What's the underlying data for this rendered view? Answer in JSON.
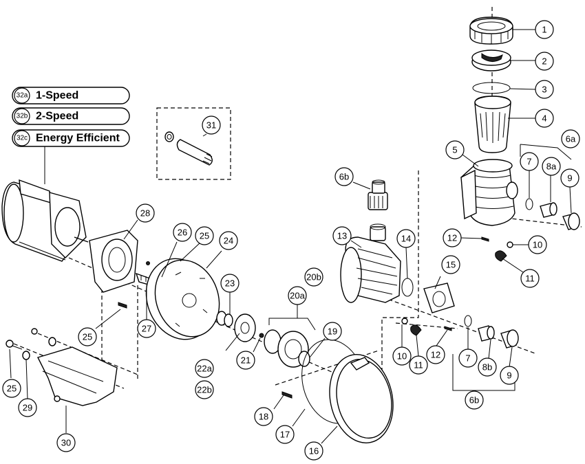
{
  "legend": [
    {
      "code": "32a",
      "label": "1-Speed"
    },
    {
      "code": "32b",
      "label": "2-Speed"
    },
    {
      "code": "32c",
      "label": "Energy Efficient"
    }
  ],
  "callouts": {
    "c1": "1",
    "c2": "2",
    "c3": "3",
    "c4": "4",
    "c5": "5",
    "c6a": "6a",
    "c7a": "7",
    "c8a": "8a",
    "c9a": "9",
    "c6b_top": "6b",
    "c12a": "12",
    "c10a": "10",
    "c11a": "11",
    "c13": "13",
    "c14": "14",
    "c15": "15",
    "c10b": "10",
    "c11b": "11",
    "c12b": "12",
    "c7b": "7",
    "c8b": "8b",
    "c9b": "9",
    "c6b_bot": "6b",
    "c20b": "20b",
    "c20a": "20a",
    "c19": "19",
    "c23": "23",
    "c24": "24",
    "c25a": "25",
    "c26": "26",
    "c28": "28",
    "c31": "31",
    "c27": "27",
    "c25b": "25",
    "c22a": "22a",
    "c21": "21",
    "c22b": "22b",
    "c18": "18",
    "c17": "17",
    "c16": "16",
    "c25c": "25",
    "c29": "29",
    "c30": "30"
  }
}
